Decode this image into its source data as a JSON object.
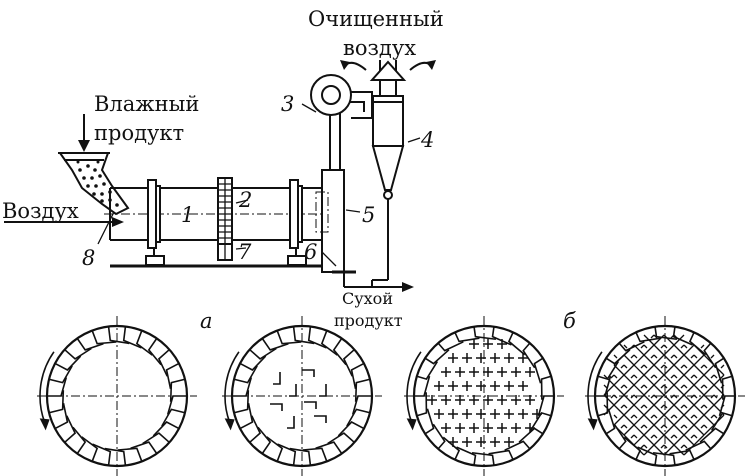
{
  "labels": {
    "clean_air_line1": "Очищенный",
    "clean_air_line2": "воздух",
    "wet_product_line1": "Влажный",
    "wet_product_line2": "продукт",
    "air": "Воздух",
    "dry_product_line1": "Сухой",
    "dry_product_line2": "продукт",
    "part_a": "а",
    "part_b": "б"
  },
  "numbers": {
    "n1": "1",
    "n2": "2",
    "n3": "3",
    "n4": "4",
    "n5": "5",
    "n6": "6",
    "n7": "7",
    "n8": "8"
  }
}
